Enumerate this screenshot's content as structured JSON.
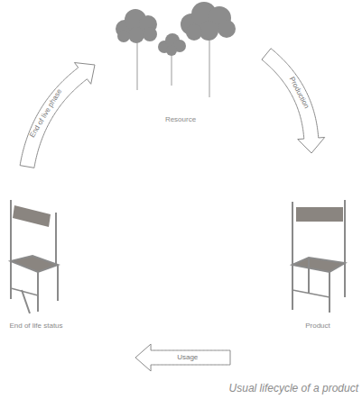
{
  "diagram": {
    "caption": "Usual lifecycle of a product",
    "nodes": [
      {
        "text": [
          "Resource"
        ]
      },
      {
        "text": [
          "End of life status"
        ]
      },
      {
        "text": [
          "Product"
        ]
      }
    ],
    "edges": [
      {
        "from": 0,
        "to": 2,
        "arrow": "to",
        "label": "Production"
      },
      {
        "from": 2,
        "to": 1,
        "arrow": "to",
        "label": "Usage"
      },
      {
        "from": 1,
        "to": 0,
        "arrow": "to",
        "label": "End of live phase"
      }
    ]
  }
}
